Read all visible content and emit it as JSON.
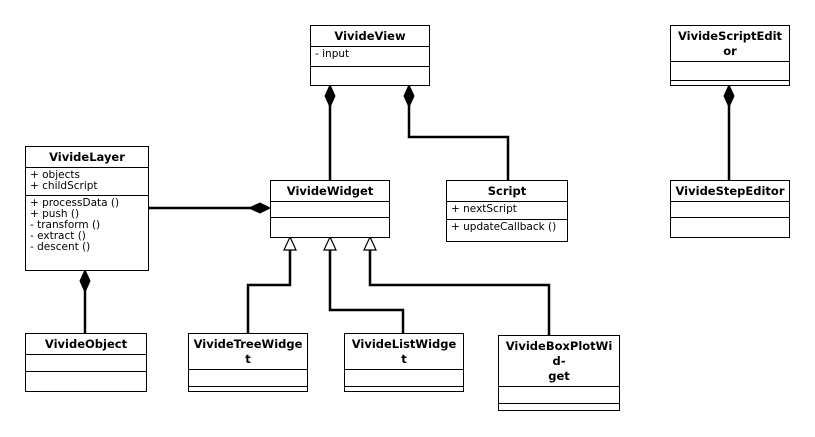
{
  "diagram": {
    "classes": [
      {
        "id": "ViviDeView",
        "name": "VivideView",
        "attributes": [
          "- input"
        ],
        "operations": []
      },
      {
        "id": "VivideScriptEditor",
        "name": "VivideScriptEditor",
        "attributes": [],
        "operations": []
      },
      {
        "id": "VivideLayer",
        "name": "VivideLayer",
        "attributes": [
          "+ objects",
          "+ childScript"
        ],
        "operations": [
          "+ processData ()",
          "+ push ()",
          "- transform ()",
          "- extract ()",
          "- descent ()"
        ]
      },
      {
        "id": "VivideWidget",
        "name": "VivideWidget",
        "attributes": [],
        "operations": []
      },
      {
        "id": "Script",
        "name": "Script",
        "attributes": [
          "+ nextScript"
        ],
        "operations": [
          "+ updateCallback ()"
        ]
      },
      {
        "id": "VivideStepEditor",
        "name": "VivideStepEditor",
        "attributes": [],
        "operations": []
      },
      {
        "id": "VivideObject",
        "name": "VivideObject",
        "attributes": [],
        "operations": []
      },
      {
        "id": "VivideTreeWidget",
        "name": "VivideTreeWidget",
        "attributes": [],
        "operations": []
      },
      {
        "id": "VivideListWidget",
        "name": "VivideListWidget",
        "attributes": [],
        "operations": []
      },
      {
        "id": "VivideBoxPlotWidget",
        "name": "VivideBoxPlotWid-\nget",
        "attributes": [],
        "operations": []
      }
    ],
    "relations": [
      {
        "type": "composition",
        "whole": "VivideView",
        "part": "VivideWidget"
      },
      {
        "type": "composition",
        "whole": "VivideView",
        "part": "Script"
      },
      {
        "type": "composition",
        "whole": "VivideScriptEditor",
        "part": "VivideStepEditor"
      },
      {
        "type": "composition",
        "whole": "VivideWidget",
        "part": "VivideLayer"
      },
      {
        "type": "composition",
        "whole": "VivideLayer",
        "part": "VivideObject"
      },
      {
        "type": "generalization",
        "parent": "VivideWidget",
        "child": "VivideTreeWidget"
      },
      {
        "type": "generalization",
        "parent": "VivideWidget",
        "child": "VivideListWidget"
      },
      {
        "type": "generalization",
        "parent": "VivideWidget",
        "child": "VivideBoxPlotWidget"
      }
    ]
  }
}
